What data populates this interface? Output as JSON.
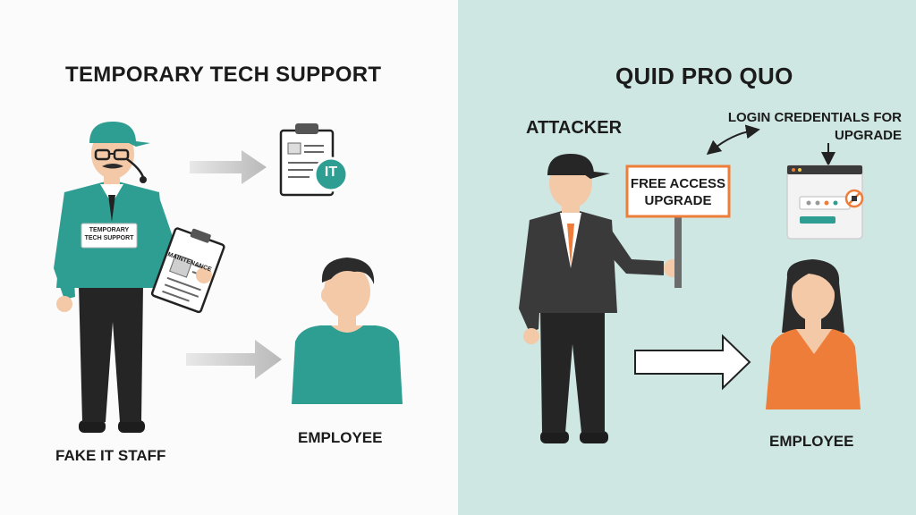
{
  "colors": {
    "left_background": "#fbfbfb",
    "right_background": "#cfe7e3",
    "teal": "#2e9e93",
    "orange": "#ef7d3a",
    "skin": "#f3c9a8",
    "hair": "#2b2b2b"
  },
  "left": {
    "title": "TEMPORARY TECH SUPPORT",
    "badge_text": "TEMPORARY TECH SUPPORT",
    "clipboard_text": "MAINTENANCE",
    "it_badge": "IT",
    "staff_label": "FAKE IT STAFF",
    "employee_label": "EMPLOYEE"
  },
  "right": {
    "title": "QUID PRO QUO",
    "attacker_label": "ATTACKER",
    "sign_text": "FREE ACCESS UPGRADE",
    "credentials_text": "LOGIN CREDENTIALS FOR UPGRADE",
    "employee_label": "EMPLOYEE"
  },
  "icons": [
    "arrow-right-icon",
    "clipboard-it-icon",
    "login-window-icon",
    "double-arrow-icon",
    "down-arrow-icon"
  ]
}
